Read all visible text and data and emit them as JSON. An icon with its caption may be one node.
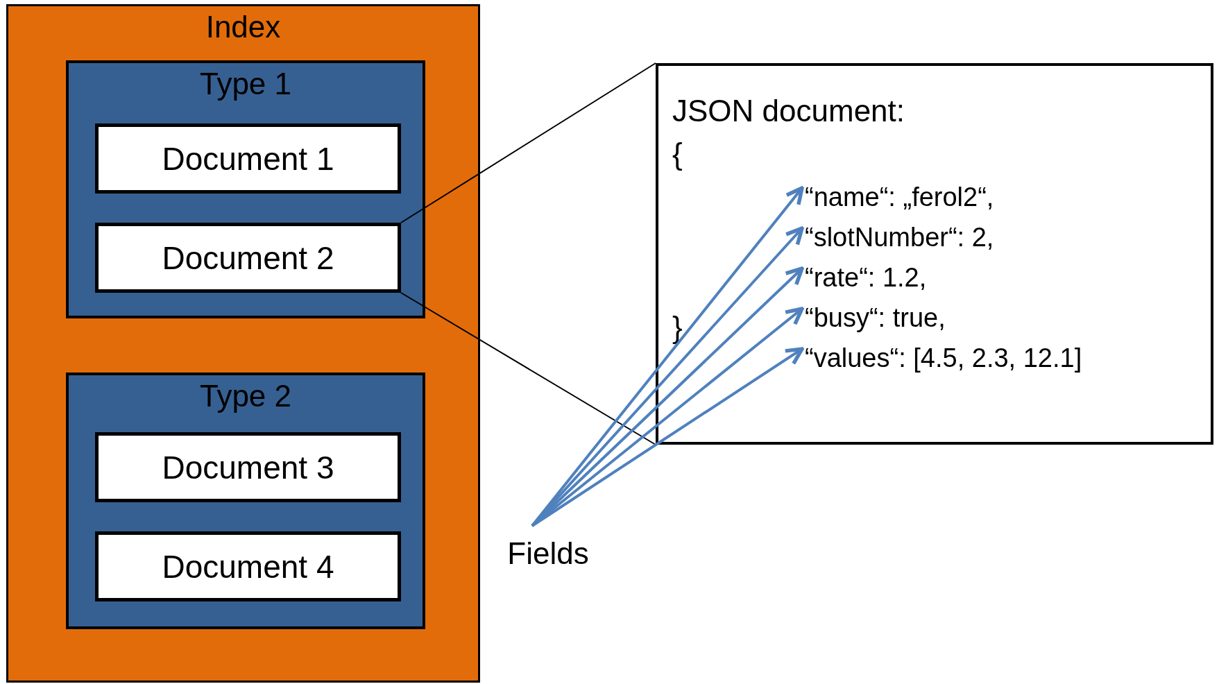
{
  "diagram": {
    "nodes": [
      {
        "text": [
          "Index"
        ]
      },
      {
        "text": [
          "Type 1"
        ],
        "in": 0
      },
      {
        "text": [
          "Document 1"
        ],
        "in": 1
      },
      {
        "text": [
          "Document 2"
        ],
        "in": 1
      },
      {
        "text": [
          "Type 2"
        ],
        "in": 0
      },
      {
        "text": [
          "Document 3"
        ],
        "in": 4
      },
      {
        "text": [
          "Document 4"
        ],
        "in": 4
      },
      {
        "text": [
          "JSON document:",
          "{",
          "}"
        ]
      },
      {
        "text": [
          "“name“: „ferol2“,"
        ],
        "in": 7
      },
      {
        "text": [
          "“slotNumber“: 2,"
        ],
        "in": 7
      },
      {
        "text": [
          "“rate“: 1.2,"
        ],
        "in": 7
      },
      {
        "text": [
          "“busy“: true,"
        ],
        "in": 7
      },
      {
        "text": [
          "“values“: [4.5, 2.3, 12.1]"
        ],
        "in": 7
      },
      {
        "text": [
          "Fields"
        ]
      }
    ],
    "edges": [
      {
        "from": 3,
        "to": 7,
        "arrow": "none",
        "color": "#000000"
      },
      {
        "from": 3,
        "to": 7,
        "arrow": "none",
        "color": "#000000"
      },
      {
        "from": 13,
        "to": 8,
        "arrow": "to"
      },
      {
        "from": 13,
        "to": 9,
        "arrow": "to"
      },
      {
        "from": 13,
        "to": 10,
        "arrow": "to"
      },
      {
        "from": 13,
        "to": 11,
        "arrow": "to"
      },
      {
        "from": 13,
        "to": 12,
        "arrow": "to"
      }
    ]
  }
}
